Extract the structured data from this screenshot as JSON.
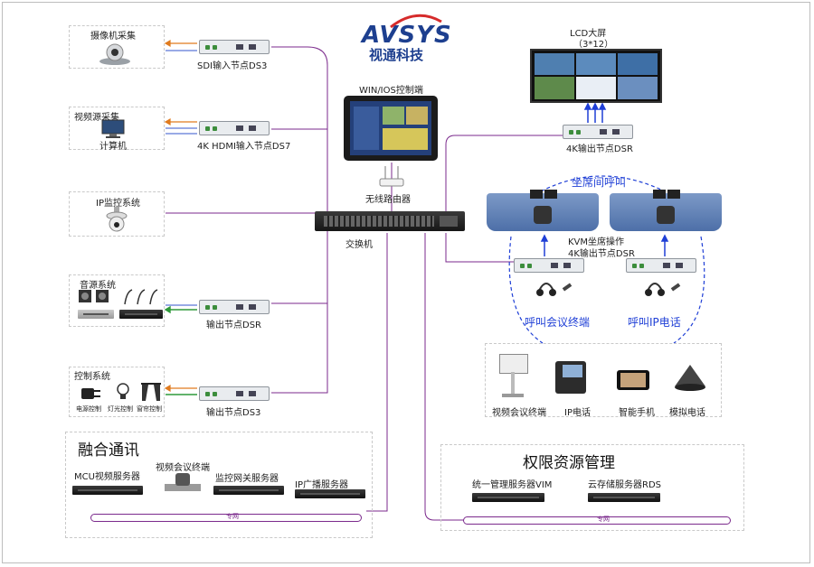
{
  "logo": {
    "brand": "AVSYS",
    "subtitle": "视通科技"
  },
  "colors": {
    "purple_line": "#7b2a8c",
    "blue_line": "#1f3fd6",
    "orange": "#e07b1f",
    "green": "#2e9a3a",
    "brand_red": "#d62b2b",
    "brand_blue": "#1d3f8f"
  },
  "sources": {
    "camera": {
      "label": "摄像机采集",
      "node": "SDI输入节点DS3"
    },
    "computer": {
      "label": "视频源采集",
      "sublabel": "计算机",
      "node": "4K HDMI输入节点DS7"
    },
    "ip_monitor": {
      "label": "IP监控系统"
    },
    "audio": {
      "label": "音源系统",
      "node": "输出节点DSR"
    },
    "control": {
      "label": "控制系统",
      "items": [
        "电源控制",
        "灯光控制",
        "窗帘控制"
      ],
      "node": "输出节点DS3"
    }
  },
  "center": {
    "control_label": "WIN/IOS控制端",
    "router_label": "无线路由器",
    "switch_label": "交换机"
  },
  "lcd": {
    "title": "LCD大屏",
    "spec": "（3*12）",
    "node": "4K输出节点DSR"
  },
  "seats": {
    "intercom_label": "坐席间呼叫",
    "kvm_label": "KVM坐席操作",
    "kvm_node": "4K输出节点DSR"
  },
  "calls": {
    "conference": "呼叫会议终端",
    "ip_phone": "呼叫IP电话"
  },
  "devices": {
    "items": [
      "视频会议终端",
      "IP电话",
      "智能手机",
      "模拟电话"
    ]
  },
  "fusion": {
    "title": "融合通讯",
    "items": [
      "MCU视频服务器",
      "视频会议终端",
      "监控网关服务器",
      "IP广播服务器"
    ],
    "net": "专网"
  },
  "rights": {
    "title": "权限资源管理",
    "items": [
      "统一管理服务器VIM",
      "云存储服务器RDS"
    ],
    "net": "专网"
  }
}
